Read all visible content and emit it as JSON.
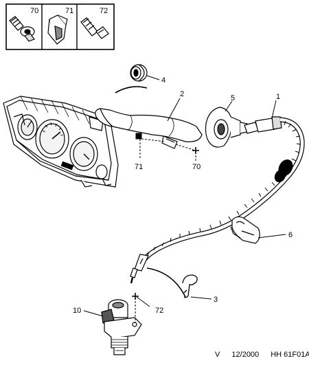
{
  "inset": {
    "labels": [
      "70",
      "71",
      "72"
    ]
  },
  "callouts": {
    "n1": "1",
    "n2": "2",
    "n3": "3",
    "n4": "4",
    "n5": "5",
    "n6": "6",
    "n10": "10",
    "n70": "70",
    "n71": "71",
    "n72": "72"
  },
  "footer": {
    "version": "V",
    "date": "12/2000",
    "code": "HH 61F01A"
  }
}
